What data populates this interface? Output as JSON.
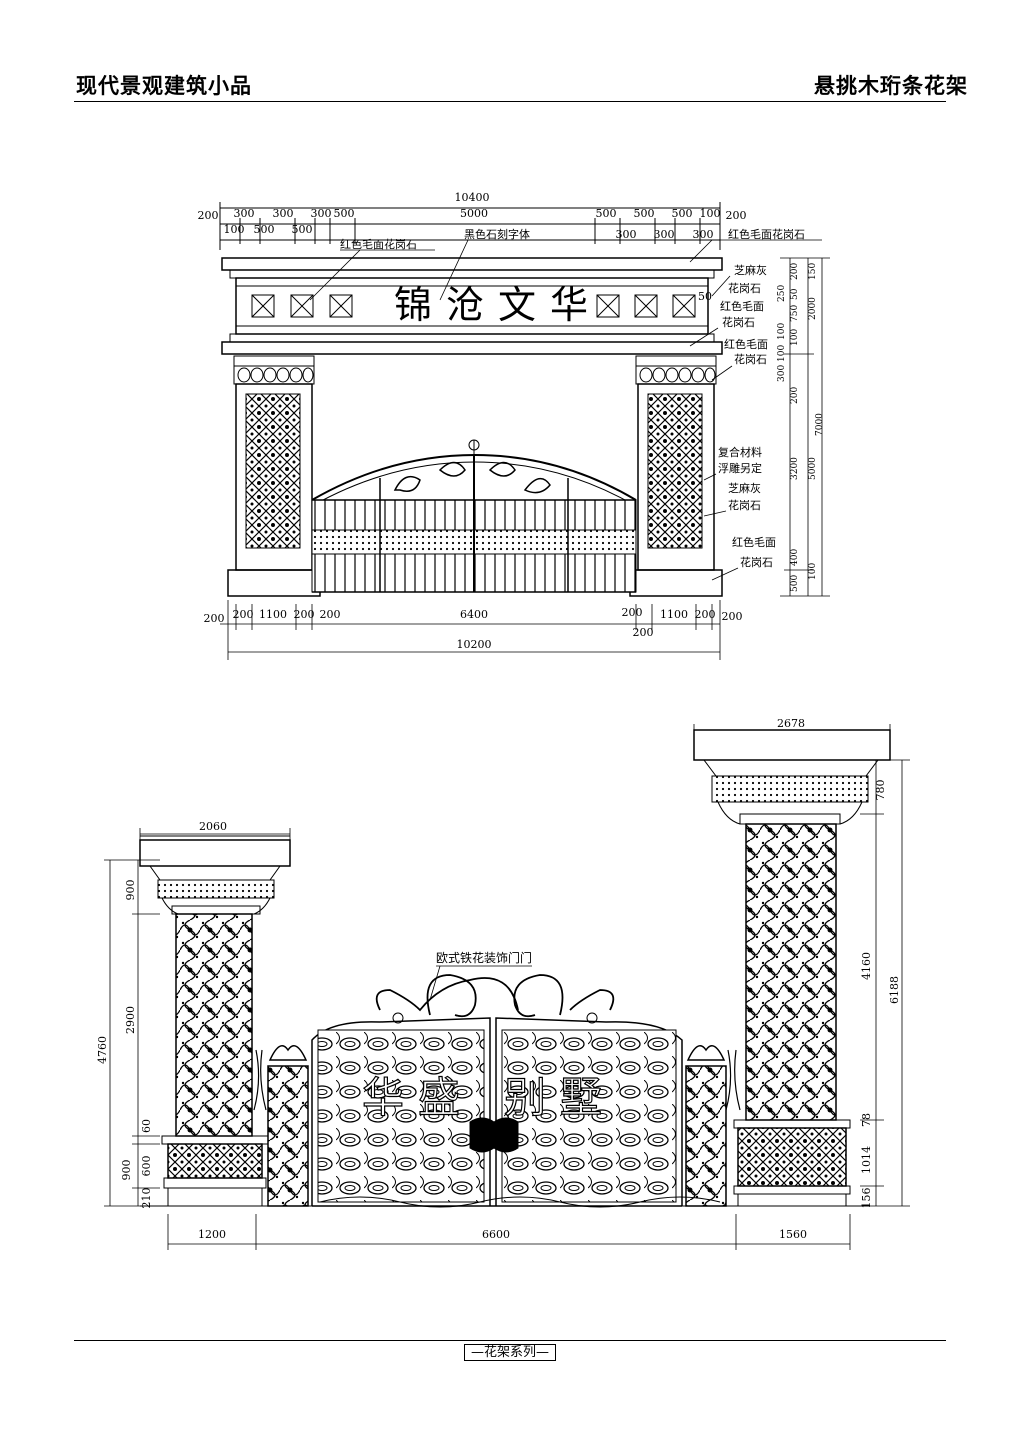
{
  "header": {
    "left_title": "现代景观建筑小品",
    "right_title": "悬挑木珩条花架"
  },
  "footer": {
    "series_label": "—花架系列—"
  },
  "gate1": {
    "sign_text": "锦沧文华",
    "dims_top": {
      "overall": "10400",
      "left_edge": "200",
      "d300a": "300",
      "d300b": "300",
      "d300c": "300",
      "d500a": "500",
      "center": "5000",
      "r500a": "500",
      "r500b": "500",
      "r500c": "500",
      "r100": "100",
      "right_edge": "200",
      "sub100": "100",
      "sub500a": "500",
      "sub500b": "500",
      "rs300a": "300",
      "rs300b": "300",
      "rs300c": "300"
    },
    "labels": {
      "red_granite_top": "红色毛面花岗石",
      "black_stone_font": "黑色石刻字体",
      "red_granite_cap": "红色毛面花岗石",
      "sesame_gray_1": "芝麻灰",
      "granite_1": "花岗石",
      "red_rough_1": "红色毛面",
      "granite_2": "花岗石",
      "red_rough_2": "红色毛面",
      "granite_3": "花岗石",
      "composite_1": "复合材料",
      "composite_2": "浮雕另定",
      "sesame_gray_2": "芝麻灰",
      "granite_4": "花岗石",
      "red_rough_3": "红色毛面",
      "granite_5": "花岗石",
      "fifty": "50"
    },
    "dims_right": {
      "d200": "200",
      "d150": "150",
      "d50": "50",
      "d250": "250",
      "d750": "750",
      "d2000": "2000",
      "d100a": "100",
      "d100b": "100",
      "d100c": "100",
      "d300": "300",
      "d200b": "200",
      "d7000": "7000",
      "d3200": "3200",
      "d5000": "5000",
      "d400": "400",
      "d100d": "100",
      "d500": "500"
    },
    "dims_bottom": {
      "b200a": "200",
      "b200b": "200",
      "b1100a": "1100",
      "b200c": "200",
      "b200d": "200",
      "b6400": "6400",
      "b200e": "200",
      "b1100b": "1100",
      "b200f": "200",
      "b200g": "200",
      "b200h": "200",
      "overall": "10200"
    }
  },
  "gate2": {
    "sign_text": [
      "华",
      "盛",
      "别",
      "墅"
    ],
    "gate_label": "欧式铁花装饰门门",
    "dims": {
      "left_cap_width": "2060",
      "right_cap_width": "2678",
      "left_total": "4760",
      "left_900a": "900",
      "left_2900": "2900",
      "left_60": "60",
      "left_600": "600",
      "left_900b": "900",
      "left_210": "210",
      "right_780": "780",
      "right_4160": "4160",
      "right_6188": "6188",
      "right_78": "78",
      "right_1014": "1014",
      "right_156": "156",
      "bottom_1200": "1200",
      "bottom_6600": "6600",
      "bottom_1560": "1560"
    }
  }
}
